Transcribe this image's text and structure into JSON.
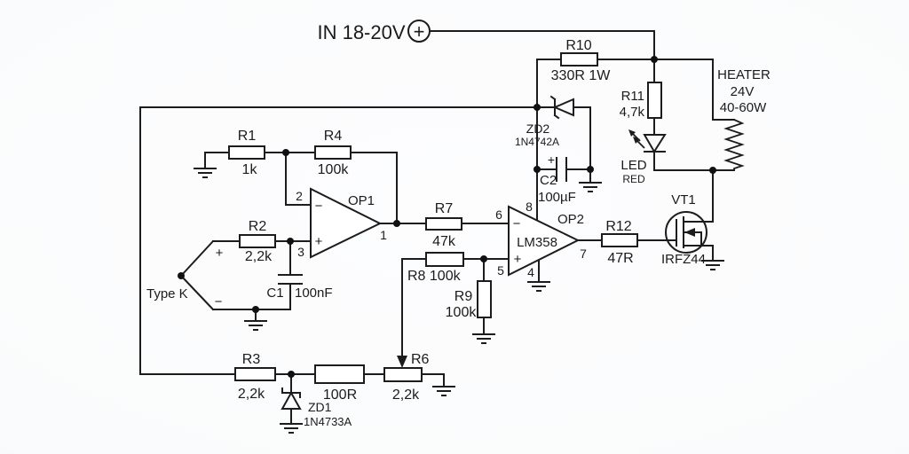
{
  "colors": {
    "line": "#1c1c1c",
    "background": "#fafbfc",
    "background_edge": "#e3eaf1"
  },
  "power": {
    "label": "IN 18-20V",
    "plus": "+"
  },
  "heater": {
    "name": "HEATER",
    "voltage": "24V",
    "power": "40-60W"
  },
  "thermocouple": {
    "label": "Type K",
    "plus": "+",
    "minus": "−"
  },
  "op1": {
    "ref": "OP1",
    "minus": "−",
    "plus": "+",
    "pin_inverting": "2",
    "pin_noninverting": "3",
    "pin_output": "1"
  },
  "op2": {
    "ref": "OP2",
    "part": "LM358",
    "minus": "−",
    "plus": "+",
    "pin_inverting": "6",
    "pin_noninverting": "5",
    "pin_output": "7",
    "pin_vplus": "8",
    "pin_vminus": "4"
  },
  "r1": {
    "ref": "R1",
    "value": "1k"
  },
  "r2": {
    "ref": "R2",
    "value": "2,2k"
  },
  "r3": {
    "ref": "R3",
    "value": "2,2k"
  },
  "r4": {
    "ref": "R4",
    "value": "100k"
  },
  "r6": {
    "ref": "R6",
    "value": "2,2k"
  },
  "r7": {
    "ref": "R7",
    "value": "47k"
  },
  "r8": {
    "label": "R8 100k"
  },
  "r9": {
    "ref": "R9",
    "value": "100k"
  },
  "r10": {
    "ref": "R10",
    "value": "330R 1W"
  },
  "r11": {
    "ref": "R11",
    "value": "4,7k"
  },
  "r12": {
    "ref": "R12",
    "value": "47R"
  },
  "r_series": {
    "value": "100R"
  },
  "c1": {
    "ref": "C1",
    "value": "100nF"
  },
  "c2": {
    "ref": "C2",
    "value": "100µF",
    "plus": "+"
  },
  "zd1": {
    "ref": "ZD1",
    "part": "1N4733A"
  },
  "zd2": {
    "ref": "ZD2",
    "part": "1N4742A"
  },
  "led": {
    "ref": "LED",
    "color": "RED"
  },
  "vt1": {
    "ref": "VT1",
    "part": "IRFZ44"
  }
}
